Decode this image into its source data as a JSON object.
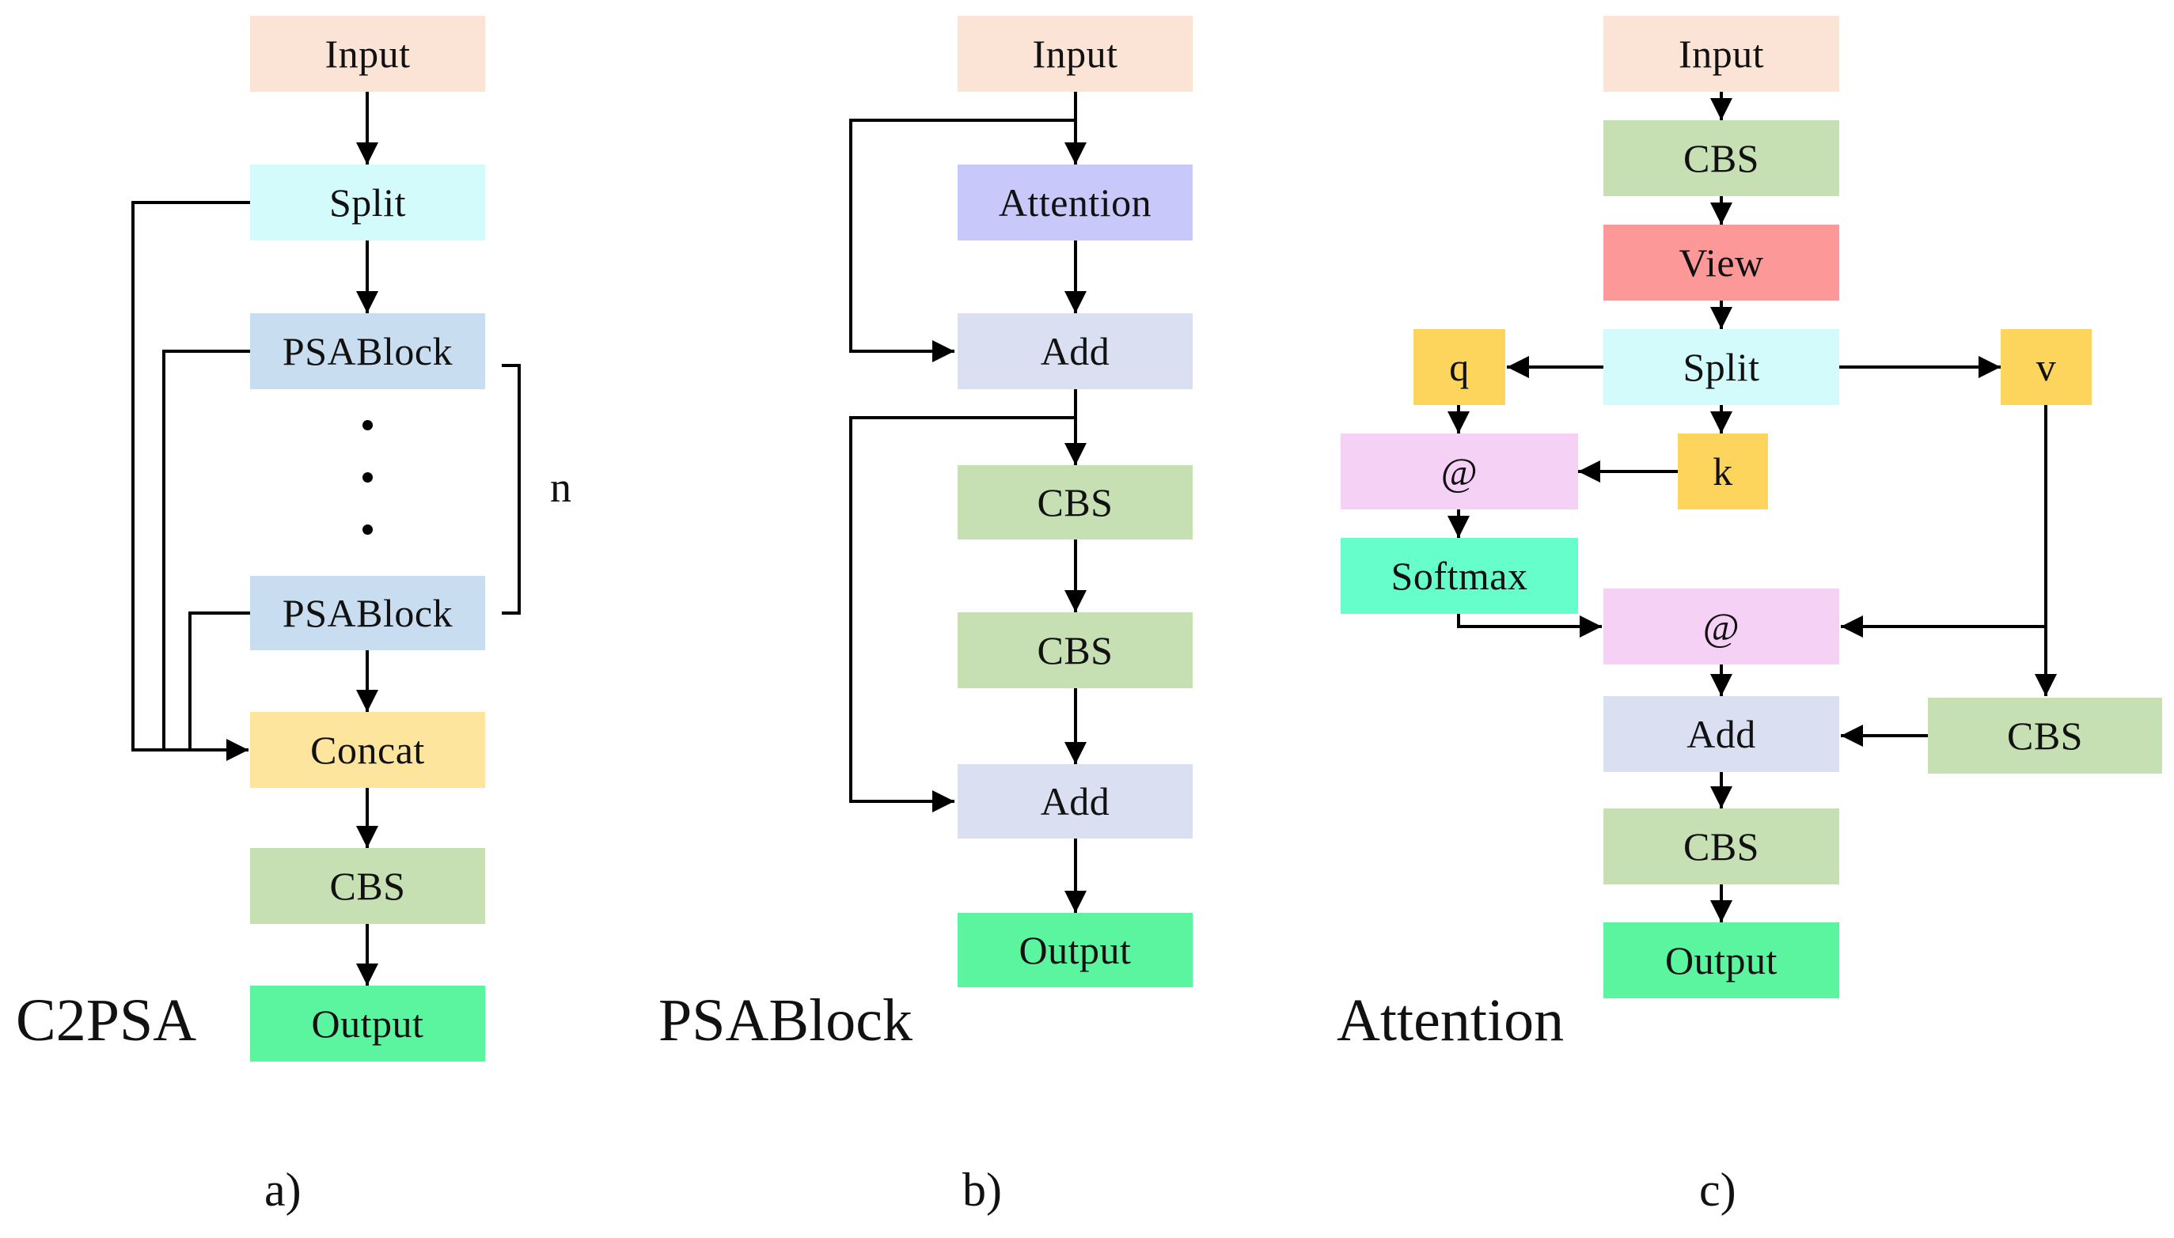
{
  "panel_a": {
    "title": "C2PSA",
    "sublabel": "a)",
    "repeat_label": "n",
    "input": "Input",
    "split": "Split",
    "psablock_1": "PSABlock",
    "psablock_2": "PSABlock",
    "concat": "Concat",
    "cbs": "CBS",
    "output": "Output"
  },
  "panel_b": {
    "title": "PSABlock",
    "sublabel": "b)",
    "input": "Input",
    "attention": "Attention",
    "add_1": "Add",
    "cbs_1": "CBS",
    "cbs_2": "CBS",
    "add_2": "Add",
    "output": "Output"
  },
  "panel_c": {
    "title": "Attention",
    "sublabel": "c)",
    "input": "Input",
    "cbs_1": "CBS",
    "view": "View",
    "split": "Split",
    "q": "q",
    "k": "k",
    "v": "v",
    "matmul_1": "@",
    "softmax": "Softmax",
    "matmul_2": "@",
    "add": "Add",
    "cbs_side": "CBS",
    "cbs_2": "CBS",
    "output": "Output"
  },
  "colors": {
    "input": "#fbe4d6",
    "split": "#d4fbfc",
    "psablock": "#c9ddf0",
    "concat": "#fee59e",
    "cbs": "#c6e0b4",
    "output": "#5cf59f",
    "attention": "#c8c9fa",
    "add": "#dadff2",
    "view": "#fd9898",
    "qkv": "#fed55c",
    "matmul": "#f6d1f6",
    "softmax": "#66ffcc"
  }
}
